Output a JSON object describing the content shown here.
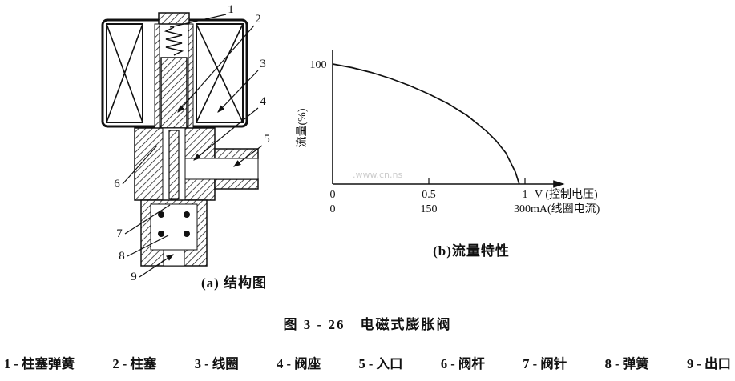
{
  "figure": {
    "caption": "图 3 - 26　电磁式膨胀阀",
    "legend_items": [
      "1 - 柱塞弹簧",
      "2 - 柱塞",
      "3 - 线圈",
      "4 - 阀座",
      "5 - 入口",
      "6 - 阀杆",
      "7 - 阀针",
      "8 - 弹簧",
      "9 - 出口"
    ]
  },
  "structure": {
    "caption": "(a) 结构图",
    "labels": [
      "1",
      "2",
      "3",
      "4",
      "5",
      "6",
      "7",
      "8",
      "9"
    ]
  },
  "chart": {
    "caption": "(b)流量特性",
    "ylabel": "流量(%)",
    "y_tick_100": "100",
    "x_row1": {
      "t0": "0",
      "t05": "0.5",
      "t1": "1",
      "axis_label": "V (控制电压)"
    },
    "x_row2": {
      "t0": "0",
      "t150": "150",
      "axis_label": "300mA(线圈电流)"
    }
  },
  "chart_data": {
    "type": "line",
    "title": "(b)流量特性",
    "ylabel": "流量(%)",
    "xlabel_primary": "V(控制电压)",
    "xlabel_secondary": "300mA(线圈电流)",
    "xlim": [
      0,
      1.1
    ],
    "ylim": [
      0,
      100
    ],
    "x_ticks_voltage": [
      0,
      0.5,
      1
    ],
    "x_ticks_current_mA": [
      0,
      150,
      300
    ],
    "grid": false,
    "x": [
      0,
      0.1,
      0.2,
      0.3,
      0.4,
      0.5,
      0.6,
      0.7,
      0.8,
      0.85,
      0.9,
      0.95,
      0.97
    ],
    "values": [
      100,
      97,
      93,
      88,
      82,
      75,
      67,
      57,
      44,
      36,
      26,
      10,
      0
    ]
  },
  "watermark": {
    "text": ".www.cn.ns"
  }
}
